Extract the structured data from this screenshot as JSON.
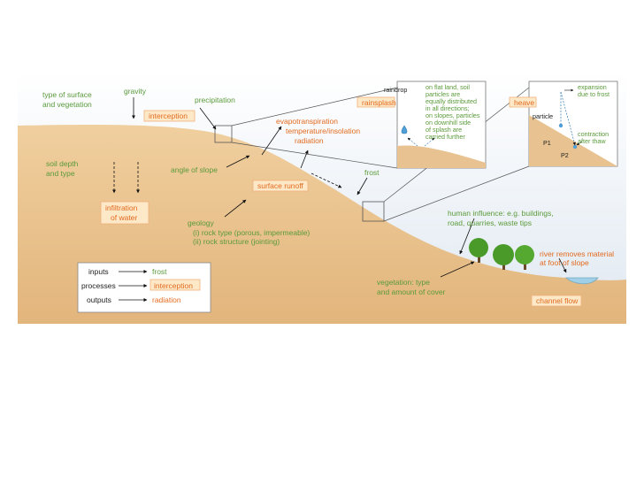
{
  "labels": {
    "surface_type": [
      "type of surface",
      "and vegetation"
    ],
    "gravity": "gravity",
    "precipitation": "precipitation",
    "interception": "interception",
    "evapotranspiration": "evapotranspiration",
    "temperature": "temperature/insolation",
    "radiation": "radiation",
    "soil_depth": [
      "soil depth",
      "and type"
    ],
    "angle_of_slope": "angle of slope",
    "surface_runoff": "surface runoff",
    "frost": "frost",
    "infiltration": [
      "infiltration",
      "of water"
    ],
    "geology": [
      "geology",
      "(i) rock type (porous, impermeable)",
      "(ii) rock structure (jointing)"
    ],
    "human_influence": [
      "human influence: e.g. buildings,",
      "road, quarries, waste tips"
    ],
    "river_removes": [
      "river removes material",
      "at foot of slope"
    ],
    "vegetation": [
      "vegetation: type",
      "and amount of cover"
    ],
    "channel_flow": "channel flow"
  },
  "rainsplash_inset": {
    "raindrop": "raindrop",
    "title": "rainsplash",
    "text": [
      "on flat land, soil",
      "particles are",
      "equally distributed",
      "in all directions;",
      "on slopes, particles",
      "on downhill side",
      "of splash are",
      "carried further"
    ]
  },
  "heave_inset": {
    "title": "heave",
    "expansion": [
      "expansion",
      "due to frost"
    ],
    "particle": "particle",
    "contraction": [
      "contraction",
      "after thaw"
    ],
    "p1": "P1",
    "p2": "P2"
  },
  "legend": {
    "rows": [
      {
        "label": "inputs",
        "example": "frost"
      },
      {
        "label": "processes",
        "example": "interception"
      },
      {
        "label": "outputs",
        "example": "radiation"
      }
    ]
  },
  "colors": {
    "soil": "#e9c493",
    "soil_dark": "#d9a86a",
    "sky": "#e7eef5",
    "input_green": "#5a9a3a",
    "output_orange": "#e36a1e",
    "process_box": "#fde8c8",
    "tree": "#4a9a2a"
  }
}
